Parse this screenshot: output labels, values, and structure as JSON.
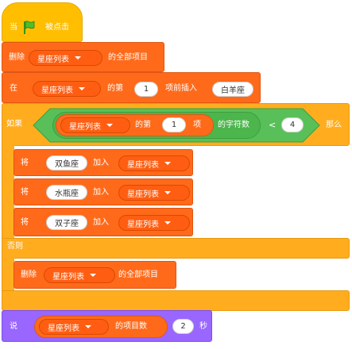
{
  "hat": {
    "when": "当",
    "clicked": "被点击"
  },
  "b1": {
    "label": "删除",
    "list": "星座列表",
    "suffix": "的全部项目"
  },
  "b2": {
    "verb": "在",
    "list": "星座列表",
    "of_item": "的第",
    "index": "1",
    "insert": "项前插入",
    "value": "白羊座"
  },
  "if_block": {
    "if_label": "如果",
    "list": "星座列表",
    "of_item": "的第",
    "index": "1",
    "item": "项",
    "length": "的字符数",
    "op": "<",
    "number": "4",
    "then": "那么",
    "else_label": "否则"
  },
  "add_rows": [
    {
      "verb": "将",
      "value": "双鱼座",
      "add": "加入",
      "list": "星座列表"
    },
    {
      "verb": "将",
      "value": "水瓶座",
      "add": "加入",
      "list": "星座列表"
    },
    {
      "verb": "将",
      "value": "双子座",
      "add": "加入",
      "list": "星座列表"
    }
  ],
  "else_block": {
    "label": "删除",
    "list": "星座列表",
    "suffix": "的全部项目"
  },
  "say": {
    "label": "说",
    "list": "星座列表",
    "count": "的项目数",
    "secs_value": "2",
    "secs": "秒"
  },
  "colors": {
    "list_orange": "#ff6a1a",
    "control_gold": "#ffad1f",
    "looks_purple": "#9966ff",
    "operator_green": "#59c059",
    "event_yellow": "#ffbf00"
  },
  "icons": {
    "flag": "green-flag-icon",
    "dropdown": "dropdown-arrow-icon"
  }
}
